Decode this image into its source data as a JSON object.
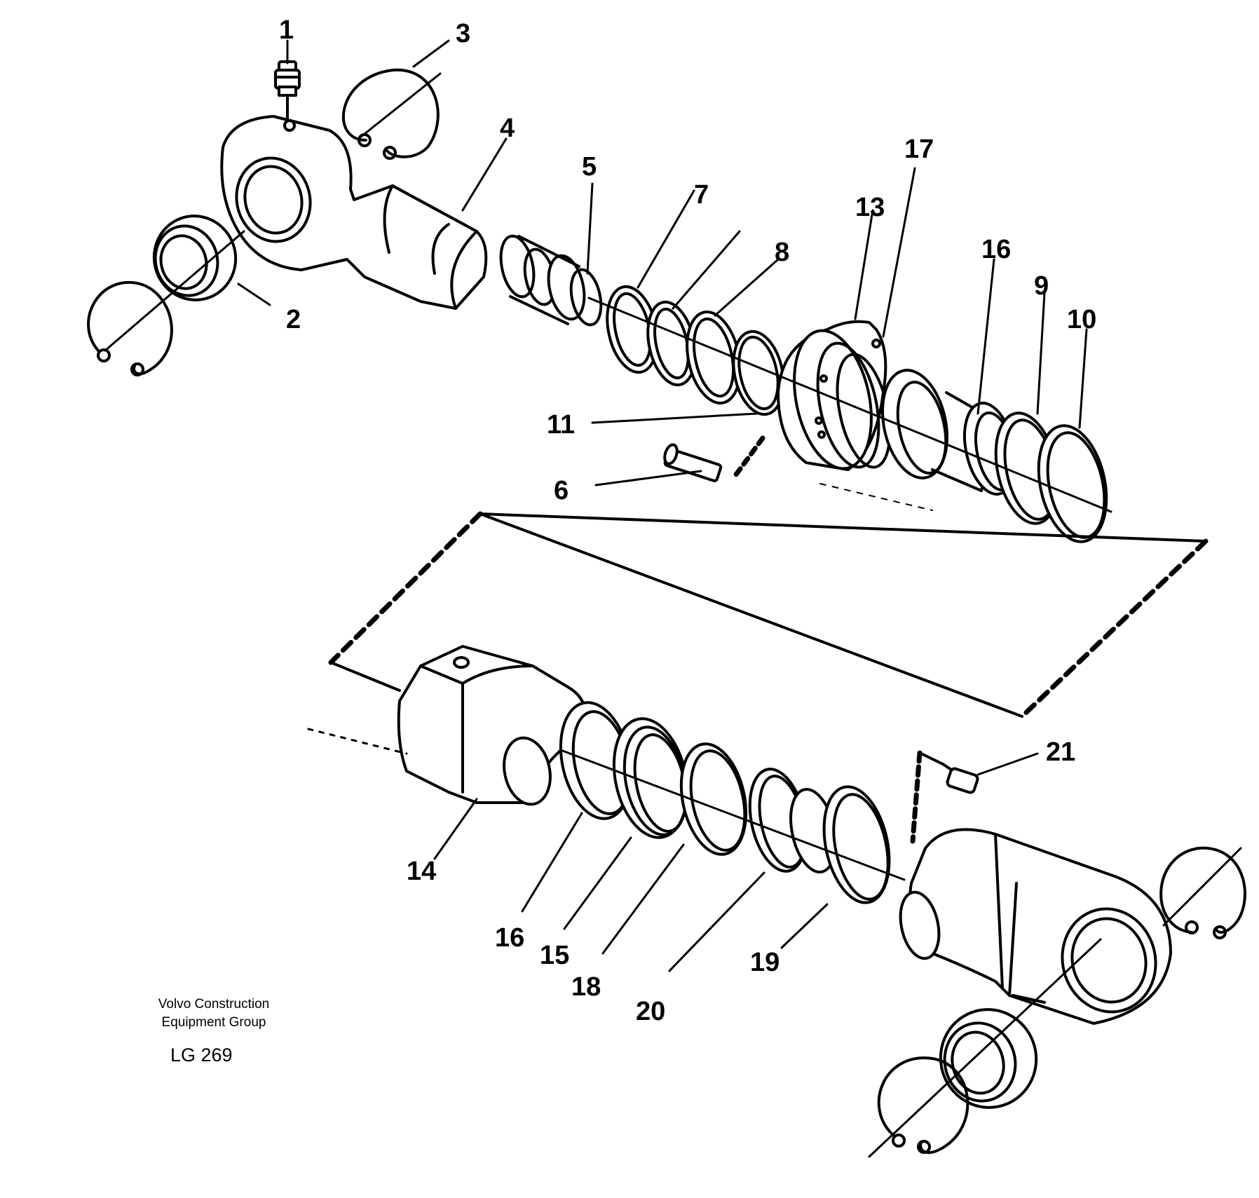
{
  "diagram": {
    "callouts": [
      "1",
      "2",
      "3",
      "4",
      "5",
      "6",
      "7",
      "8",
      "9",
      "10",
      "11",
      "13",
      "14",
      "15",
      "16",
      "16",
      "17",
      "18",
      "19",
      "20",
      "21"
    ],
    "company": [
      "Volvo Construction",
      "Equipment Group"
    ],
    "drawing_code": "LG 269"
  }
}
